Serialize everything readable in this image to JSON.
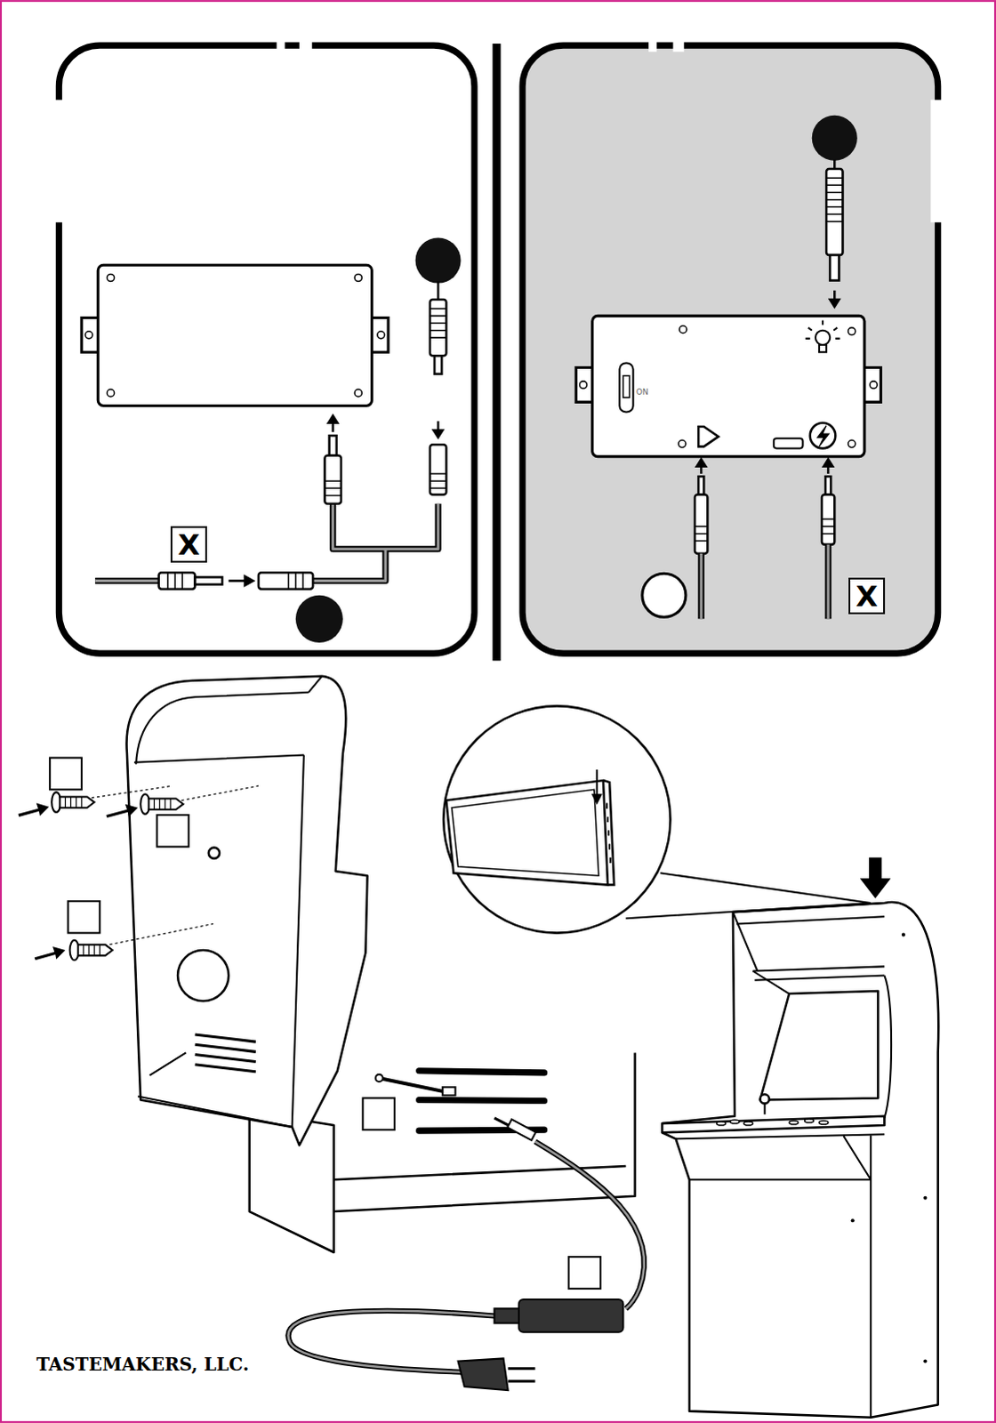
{
  "diagram": {
    "nodes": [
      {
        "text": [
          "X"
        ]
      },
      {
        "text": [
          "X"
        ]
      }
    ],
    "labels": [
      "ON",
      "TASTEMAKERS, LLC."
    ]
  }
}
